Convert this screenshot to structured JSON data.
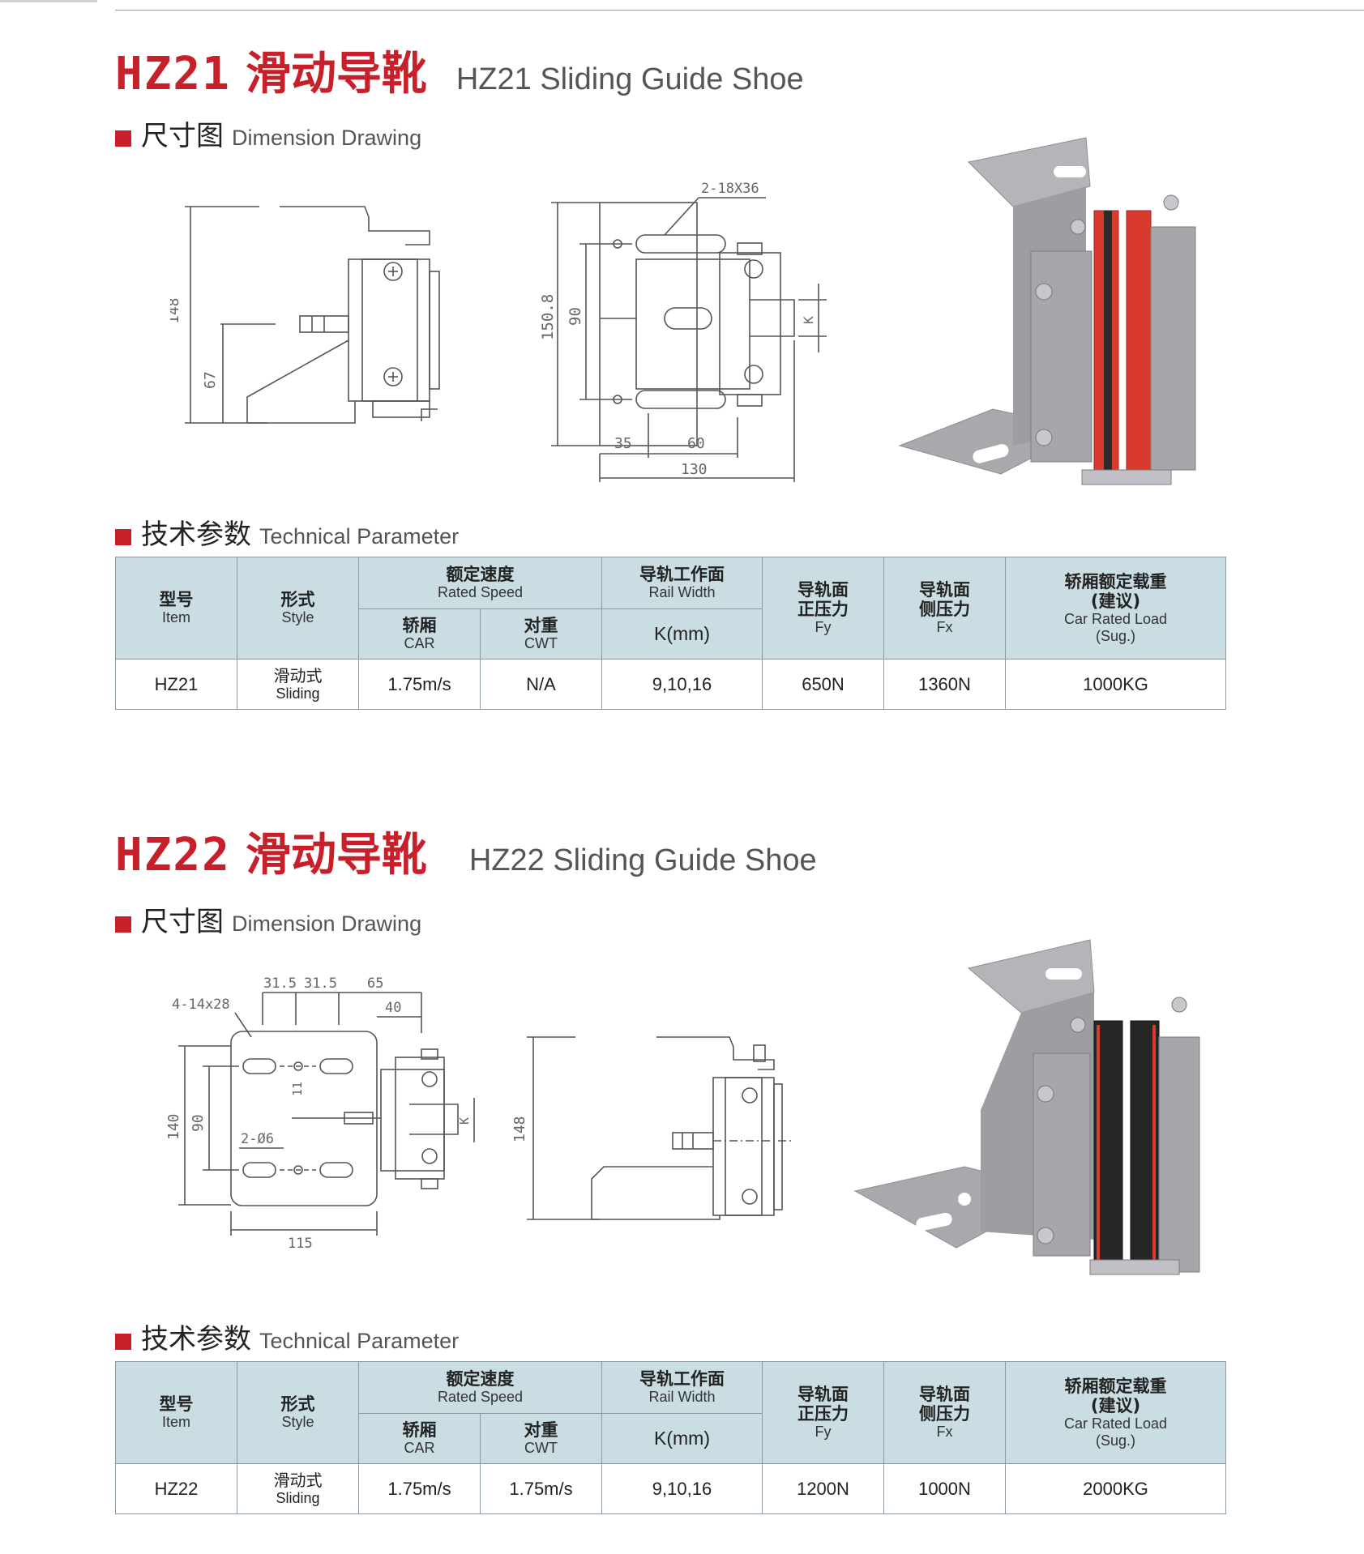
{
  "sections": [
    {
      "model_code": "HZ21",
      "title_zh": "滑动导靴",
      "title_en": "HZ21 Sliding Guide Shoe",
      "dimension_zh": "尺寸图",
      "dimension_en": "Dimension Drawing",
      "param_zh": "技术参数",
      "param_en": "Technical Parameter",
      "drawing_labels": {
        "side_height": "148",
        "side_offset": "67",
        "slot": "2-18X36",
        "front_height": "150.8",
        "front_inner": "90",
        "k": "K",
        "w1": "35",
        "w2": "60",
        "w_total": "130"
      },
      "table": {
        "h_item_zh": "型号",
        "h_item_en": "Item",
        "h_style_zh": "形式",
        "h_style_en": "Style",
        "h_speed_zh": "额定速度",
        "h_speed_en": "Rated Speed",
        "h_car_zh": "轿厢",
        "h_car_en": "CAR",
        "h_cwt_zh": "对重",
        "h_cwt_en": "CWT",
        "h_rail_zh": "导轨工作面",
        "h_rail_en": "Rail Width",
        "h_rail_k": "K(mm)",
        "h_fy_zh1": "导轨面",
        "h_fy_zh2": "正压力",
        "h_fy_en": "Fy",
        "h_fx_zh1": "导轨面",
        "h_fx_zh2": "侧压力",
        "h_fx_en": "Fx",
        "h_load_zh1": "轿厢额定载重",
        "h_load_zh2": "(建议)",
        "h_load_en1": "Car Rated Load",
        "h_load_en2": "(Sug.)",
        "row": {
          "item": "HZ21",
          "style_zh": "滑动式",
          "style_en": "Sliding",
          "car": "1.75m/s",
          "cwt": "N/A",
          "k": "9,10,16",
          "fy": "650N",
          "fx": "1360N",
          "load": "1000KG"
        }
      }
    },
    {
      "model_code": "HZ22",
      "title_zh": "滑动导靴",
      "title_en": "HZ22 Sliding Guide Shoe",
      "dimension_zh": "尺寸图",
      "dimension_en": "Dimension Drawing",
      "param_zh": "技术参数",
      "param_en": "Technical Parameter",
      "drawing_labels": {
        "d1": "31.5",
        "d2": "31.5",
        "d3": "65",
        "d4": "40",
        "slot": "4-14x28",
        "h_total": "140",
        "h_inner": "90",
        "h_small": "11",
        "hole": "2-Ø6",
        "k": "K",
        "width": "115",
        "side_height": "148"
      },
      "table": {
        "h_item_zh": "型号",
        "h_item_en": "Item",
        "h_style_zh": "形式",
        "h_style_en": "Style",
        "h_speed_zh": "额定速度",
        "h_speed_en": "Rated Speed",
        "h_car_zh": "轿厢",
        "h_car_en": "CAR",
        "h_cwt_zh": "对重",
        "h_cwt_en": "CWT",
        "h_rail_zh": "导轨工作面",
        "h_rail_en": "Rail Width",
        "h_rail_k": "K(mm)",
        "h_fy_zh1": "导轨面",
        "h_fy_zh2": "正压力",
        "h_fy_en": "Fy",
        "h_fx_zh1": "导轨面",
        "h_fx_zh2": "侧压力",
        "h_fx_en": "Fx",
        "h_load_zh1": "轿厢额定载重",
        "h_load_zh2": "(建议)",
        "h_load_en1": "Car Rated Load",
        "h_load_en2": "(Sug.)",
        "row": {
          "item": "HZ22",
          "style_zh": "滑动式",
          "style_en": "Sliding",
          "car": "1.75m/s",
          "cwt": "1.75m/s",
          "k": "9,10,16",
          "fy": "1200N",
          "fx": "1000N",
          "load": "2000KG"
        }
      }
    }
  ],
  "colors": {
    "accent": "#c8202a",
    "header_bg": "#c9dde2",
    "liner": "#d93a2e",
    "steel": "#a9a9ad"
  }
}
